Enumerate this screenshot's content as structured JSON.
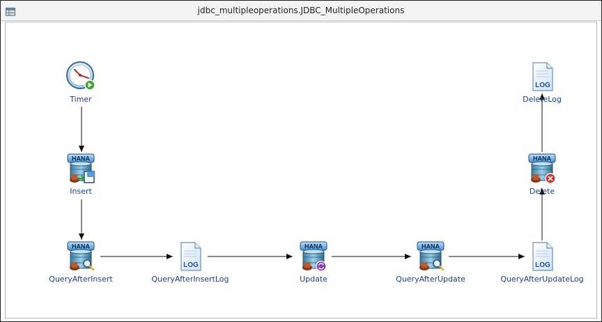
{
  "window": {
    "title": "jdbc_multipleoperations.JDBC_MultipleOperations"
  },
  "nodes": {
    "timer": {
      "label": "Timer",
      "icon": "timer-clock-icon"
    },
    "insert": {
      "label": "Insert",
      "icon": "hana-insert-icon",
      "badge": "HANA"
    },
    "query_after_insert": {
      "label": "QueryAfterInsert",
      "icon": "hana-query-icon",
      "badge": "HANA"
    },
    "query_after_insert_log": {
      "label": "QueryAfterInsertLog",
      "icon": "log-file-icon",
      "badge": "LOG"
    },
    "update": {
      "label": "Update",
      "icon": "hana-update-icon",
      "badge": "HANA"
    },
    "query_after_update": {
      "label": "QueryAfterUpdate",
      "icon": "hana-query-icon",
      "badge": "HANA"
    },
    "query_after_update_log": {
      "label": "QueryAfterUpdateLog",
      "icon": "log-file-icon",
      "badge": "LOG"
    },
    "delete": {
      "label": "Delete",
      "icon": "hana-delete-icon",
      "badge": "HANA"
    },
    "delete_log": {
      "label": "DeleteLog",
      "icon": "log-file-icon",
      "badge": "LOG"
    }
  },
  "colors": {
    "label_text": "#1a3f8a",
    "hana_badge": "#4a8fd0",
    "log_text": "#1f4e9c",
    "start_green": "#3fa535",
    "delete_red": "#d9302c",
    "update_purple": "#8a3fb5"
  }
}
